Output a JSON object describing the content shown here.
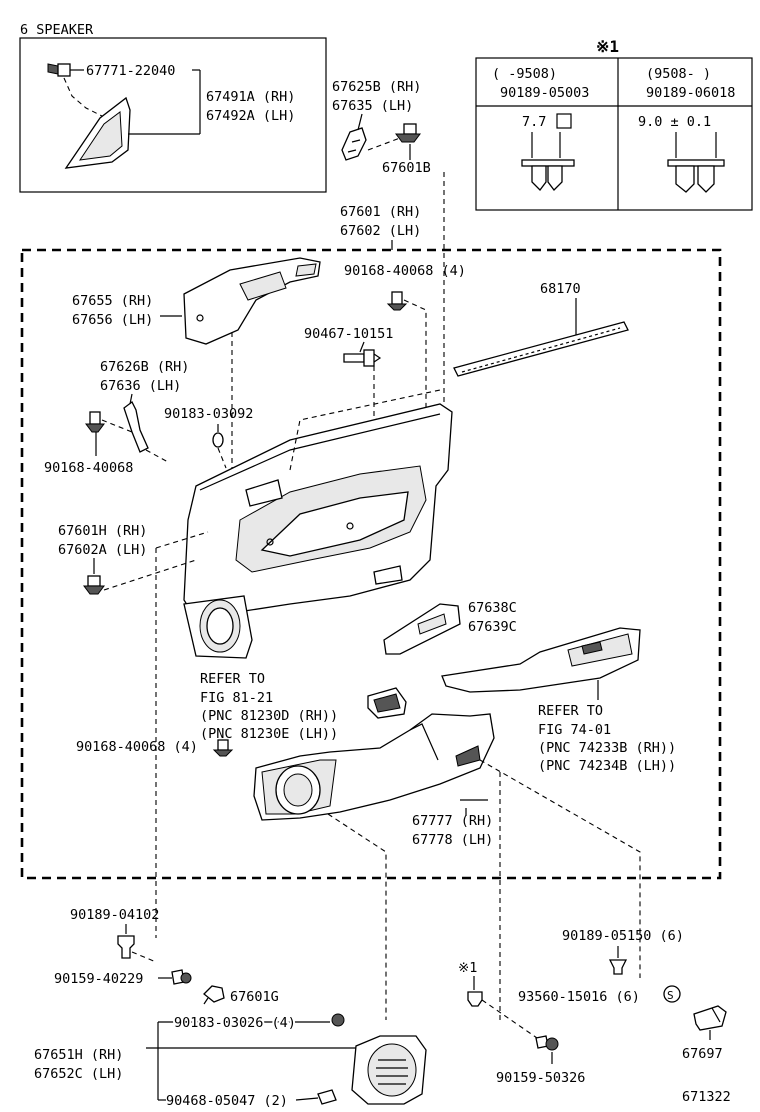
{
  "diagram_code": "671322",
  "speaker_box": {
    "title": "6 SPEAKER",
    "screw": "67771-22040",
    "cover_rh": "67491A (RH)",
    "cover_lh": "67492A (LH)"
  },
  "note_table": {
    "title": "※1",
    "col1_range": "(     -9508)",
    "col1_part": "90189-05003",
    "col1_dim": "7.7",
    "col2_range": "(9508-     )",
    "col2_part": "90189-06018",
    "col2_dim": "9.0 ± 0.1"
  },
  "labels": {
    "l67625b": "67625B (RH)",
    "l67635": "67635   (LH)",
    "l67601b": "67601B",
    "l67601": "67601 (RH)",
    "l67602": "67602 (LH)",
    "l90168_a": "90168-40068 (4)",
    "l68170": "68170",
    "l67655": "67655 (RH)",
    "l67656": "67656 (LH)",
    "l90467": "90467-10151",
    "l67626b": "67626B (RH)",
    "l67636": "67636   (LH)",
    "l90183_a": "90183-03092",
    "l90168_b": "90168-40068",
    "l67601h": "67601H (RH)",
    "l67602a": "67602A (LH)",
    "l67638c": "67638C",
    "l67639c": "67639C",
    "refer1_a": "REFER TO",
    "refer1_b": "FIG 81-21",
    "refer1_c": "(PNC 81230D (RH))",
    "refer1_d": "(PNC 81230E (LH))",
    "refer2_a": "REFER TO",
    "refer2_b": "FIG 74-01",
    "refer2_c": "(PNC 74233B (RH))",
    "refer2_d": "(PNC 74234B (LH))",
    "l90168_c": "90168-40068 (4)",
    "l67777": "67777 (RH)",
    "l67778": "67778 (LH)",
    "l90189_04102": "90189-04102",
    "l90159_40229": "90159-40229",
    "l67601g": "67601G",
    "l90183_03026": "90183-03026 (4)",
    "l67651h": "67651H (RH)",
    "l67652c": "67652C (LH)",
    "l90468": "90468-05047 (2)",
    "l_star1": "※1",
    "l90189_05150": "90189-05150 (6)",
    "l93560": "93560-15016 (6)",
    "l_circle_s": "S",
    "l90159_50326": "90159-50326",
    "l67697": "67697"
  }
}
